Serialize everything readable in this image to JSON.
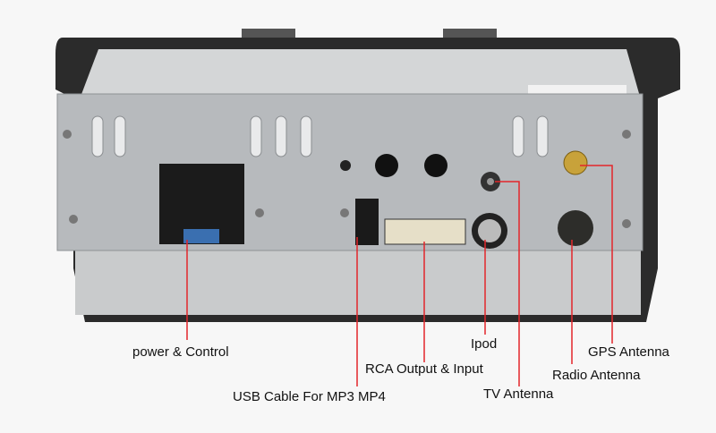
{
  "labels": {
    "power": "power & Control",
    "usb": "USB Cable For MP3 MP4",
    "rca": "RCA Output & Input",
    "ipod": "Ipod",
    "tv": "TV Antenna",
    "radio": "Radio Antenna",
    "gps": "GPS Antenna"
  },
  "colors": {
    "leader": "#e3262b",
    "plate": "#b9bcbf",
    "frame": "#2a2a2a"
  }
}
